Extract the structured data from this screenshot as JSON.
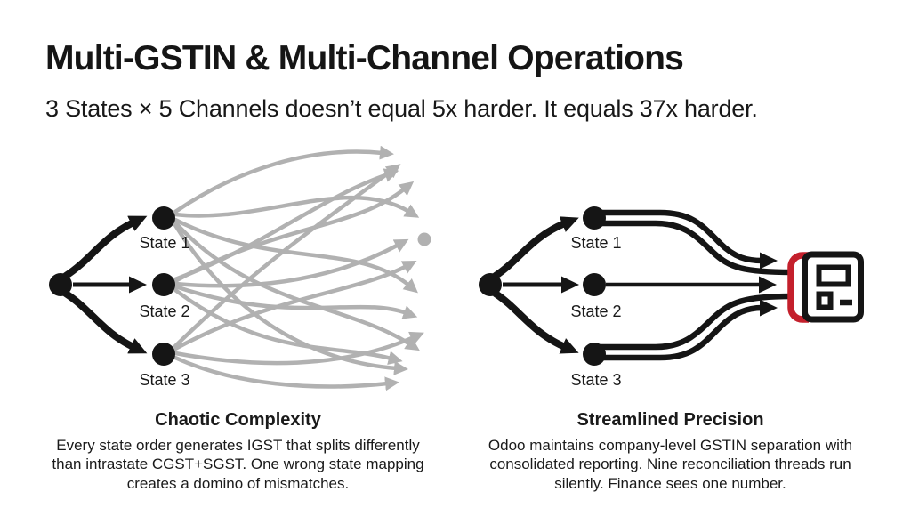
{
  "header": {
    "title": "Multi-GSTIN & Multi-Channel Operations",
    "subtitle": "3 States × 5 Channels doesn’t equal 5x harder. It equals 37x harder."
  },
  "chaotic_diagram": {
    "state_labels": [
      "State 1",
      "State 2",
      "State 3"
    ],
    "caption_title": "Chaotic Complexity",
    "caption_lines": [
      "Every state order generates IGST that splits differently",
      "than intrastate CGST+SGST. One wrong state mapping",
      "creates a domino of mismatches."
    ]
  },
  "streamlined_diagram": {
    "state_labels": [
      "State 1",
      "State 2",
      "State 3"
    ],
    "caption_title": "Streamlined Precision",
    "caption_lines": [
      "Odoo maintains company-level GSTIN separation with",
      "consolidated reporting. Nine reconciliation threads run",
      "silently. Finance sees one number."
    ],
    "icon": "ledger-book-icon"
  },
  "colors": {
    "ink": "#151515",
    "line_gray": "#b1b1b1",
    "accent_red": "#c4202c",
    "bg": "#ffffff"
  }
}
